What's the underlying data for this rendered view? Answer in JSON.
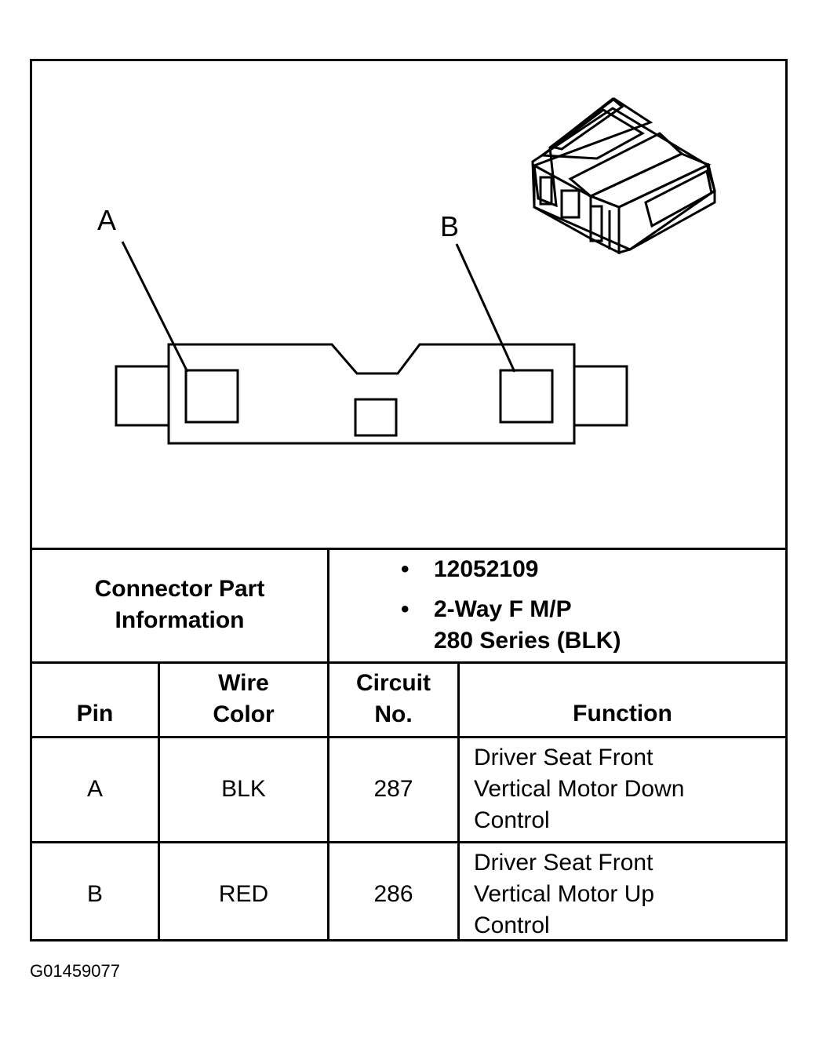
{
  "diagram": {
    "pin_labels": [
      "A",
      "B"
    ]
  },
  "connector_info": {
    "label": "Connector Part Information",
    "label_line1": "Connector Part",
    "label_line2": "Information",
    "part_number": "12052109",
    "description_line1": "2-Way F M/P",
    "description_line2": "280 Series (BLK)"
  },
  "table": {
    "headers": {
      "pin": "Pin",
      "wire_color_line1": "Wire",
      "wire_color_line2": "Color",
      "circuit_line1": "Circuit",
      "circuit_line2": "No.",
      "function": "Function"
    },
    "rows": [
      {
        "pin": "A",
        "wire_color": "BLK",
        "circuit": "287",
        "function_lines": [
          "Driver Seat Front",
          "Vertical Motor Down",
          "Control"
        ]
      },
      {
        "pin": "B",
        "wire_color": "RED",
        "circuit": "286",
        "function_lines": [
          "Driver Seat Front",
          "Vertical Motor Up",
          "Control"
        ]
      }
    ]
  },
  "figure_id": "G01459077"
}
